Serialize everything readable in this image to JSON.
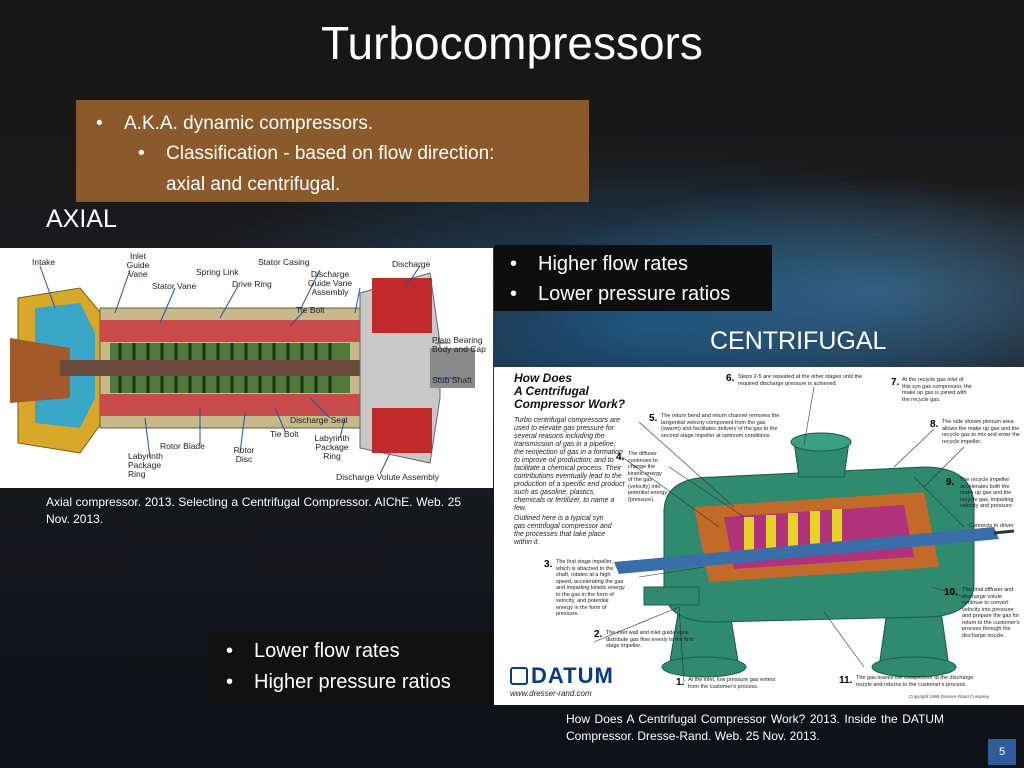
{
  "title": "Turbocompressors",
  "intro": {
    "bullet1": "A.K.A. dynamic compressors.",
    "bullet2_line1": "Classification - based on flow direction:",
    "bullet2_line2": "axial and centrifugal."
  },
  "axial": {
    "heading": "AXIAL",
    "labels": {
      "intake": "Intake",
      "inlet_guide_vane": "Inlet Guide Vane",
      "spring_link": "Spring Link",
      "stator_vane": "Stator Vane",
      "drive_ring": "Drive Ring",
      "stator_casing": "Stator Casing",
      "discharge_guide_vane": "Discharge Guide Vane Assembly",
      "discharge": "Discharge",
      "tie_bolt_top": "Tie Bolt",
      "plain_bearing": "Plain Bearing Body and Cap",
      "stub_shaft": "Stub Shaft",
      "discharge_seal": "Discharge Seal",
      "tie_bolt_bottom": "Tie Bolt",
      "labyrinth_package_ring_right": "Labyrinth Package Ring",
      "rotor_blade": "Rotor Blade",
      "rotor_disc": "Rotor Disc",
      "labyrinth_package_ring_left": "Labyrinth Package Ring",
      "discharge_volute": "Discharge Volute Assembly"
    },
    "caption": "Axial compressor. 2013. Selecting a Centrifugal Compressor. AIChE. Web. 25 Nov. 2013.",
    "bullets": [
      "Higher flow rates",
      "Lower pressure ratios"
    ]
  },
  "centrifugal": {
    "heading": "CENTRIFUGAL",
    "diagram_title_line1": "How Does",
    "diagram_title_line2": "A Centrifugal",
    "diagram_title_line3": "Compressor Work?",
    "intro_text": "Turbo centrifugal compressors are used to elevate gas pressure for several reasons including the transmission of gas in a pipeline; the reinjection of gas in a formation to improve oil production; and to facilitate a chemical process. Their contributions eventually lead to the production of a specific end product such as gasoline, plastics, chemicals or fertilizer, to name a few.",
    "outline_text": "Outlined here is a typical syn gas centrifugal compressor and the processes that take place within it.",
    "steps": [
      {
        "n": "1.",
        "text": "At the inlet, low pressure gas enters from the customer's process."
      },
      {
        "n": "2.",
        "text": "The inlet wall and inlet guide vane distribute gas flow evenly to the first stage impeller."
      },
      {
        "n": "3.",
        "text": "The first stage impeller, which is attached to the shaft, rotates at a high speed, accelerating the gas and imparting kinetic energy to the gas in the form of velocity, and potential energy in the form of pressure."
      },
      {
        "n": "4.",
        "text": "The diffuser continues to change the kinetic energy of the gas (velocity) into potential energy (pressure)."
      },
      {
        "n": "5.",
        "text": "The return bend and return channel removes the tangential velocity component from the gas (swarm) and facilitates delivery of the gas to the second stage impeller at optimum conditions."
      },
      {
        "n": "6.",
        "text": "Steps 2-5 are repeated at the other stages until the required discharge pressure is achieved."
      },
      {
        "n": "7.",
        "text": "At the recycle gas inlet of this syn gas compressor, the make up gas is joined with the recycle gas."
      },
      {
        "n": "8.",
        "text": "The side stream plenum area allows the make up gas and the recycle gas to mix and enter the recycle impeller."
      },
      {
        "n": "9.",
        "text": "The recycle impeller accelerates both the make up gas and the recycle gas, imparting velocity and pressure."
      },
      {
        "n": "10.",
        "text": "The final diffuser and discharge volute continue to convert velocity into pressure and prepare the gas for return to the customer's process through the discharge nozzle."
      },
      {
        "n": "11.",
        "text": "The gas leaves the compressor at the discharge nozzle and returns to the customer's process."
      }
    ],
    "connects": "Connects to driver",
    "logo": "DATUM",
    "website": "www.dresser-rand.com",
    "copyright": "Copyright 1998 Dresser-Rand Company",
    "caption": "How Does A Centrifugal Compressor Work? 2013. Inside the DATUM Compressor. Dresse-Rand. Web. 25 Nov. 2013.",
    "bullets": [
      "Lower flow rates",
      "Higher pressure ratios"
    ]
  },
  "page_number": "5",
  "colors": {
    "bullet_box": "#8b5a2b",
    "dark_box": "#111111",
    "page_number_bg": "#2c5d9a",
    "casing_green": "#2f8a6e",
    "rotor_red": "#b02a2a"
  }
}
